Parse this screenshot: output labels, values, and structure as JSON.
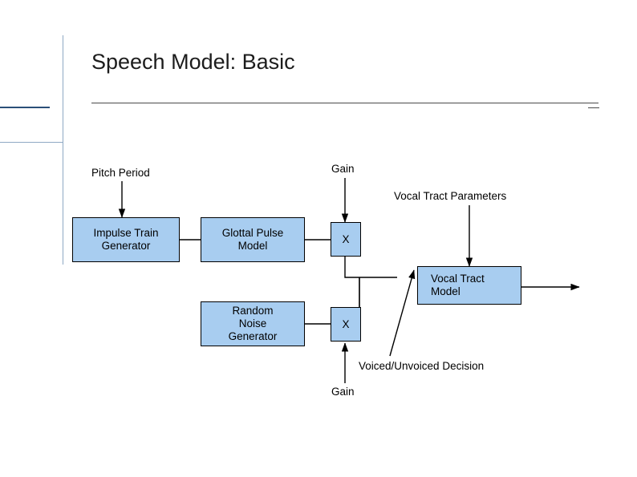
{
  "slide": {
    "title": "Speech Model: Basic",
    "accent_color": "#2b4f78",
    "block_fill": "#a8cdf0",
    "block_border": "#000000"
  },
  "blocks": [
    {
      "id": "impulse-train-generator",
      "text": "Impulse Train\nGenerator"
    },
    {
      "id": "glottal-pulse-model",
      "text": "Glottal Pulse\nModel"
    },
    {
      "id": "multiplier-voiced",
      "text": "X"
    },
    {
      "id": "random-noise-generator",
      "text": "Random\nNoise\nGenerator"
    },
    {
      "id": "multiplier-unvoiced",
      "text": "X"
    },
    {
      "id": "vocal-tract-model",
      "text": "Vocal Tract\nModel"
    }
  ],
  "labels": {
    "pitch_period": "Pitch Period",
    "gain_top": "Gain",
    "vocal_tract_parameters": "Vocal Tract Parameters",
    "voiced_unvoiced_decision": "Voiced/Unvoiced Decision",
    "gain_bottom": "Gain"
  }
}
